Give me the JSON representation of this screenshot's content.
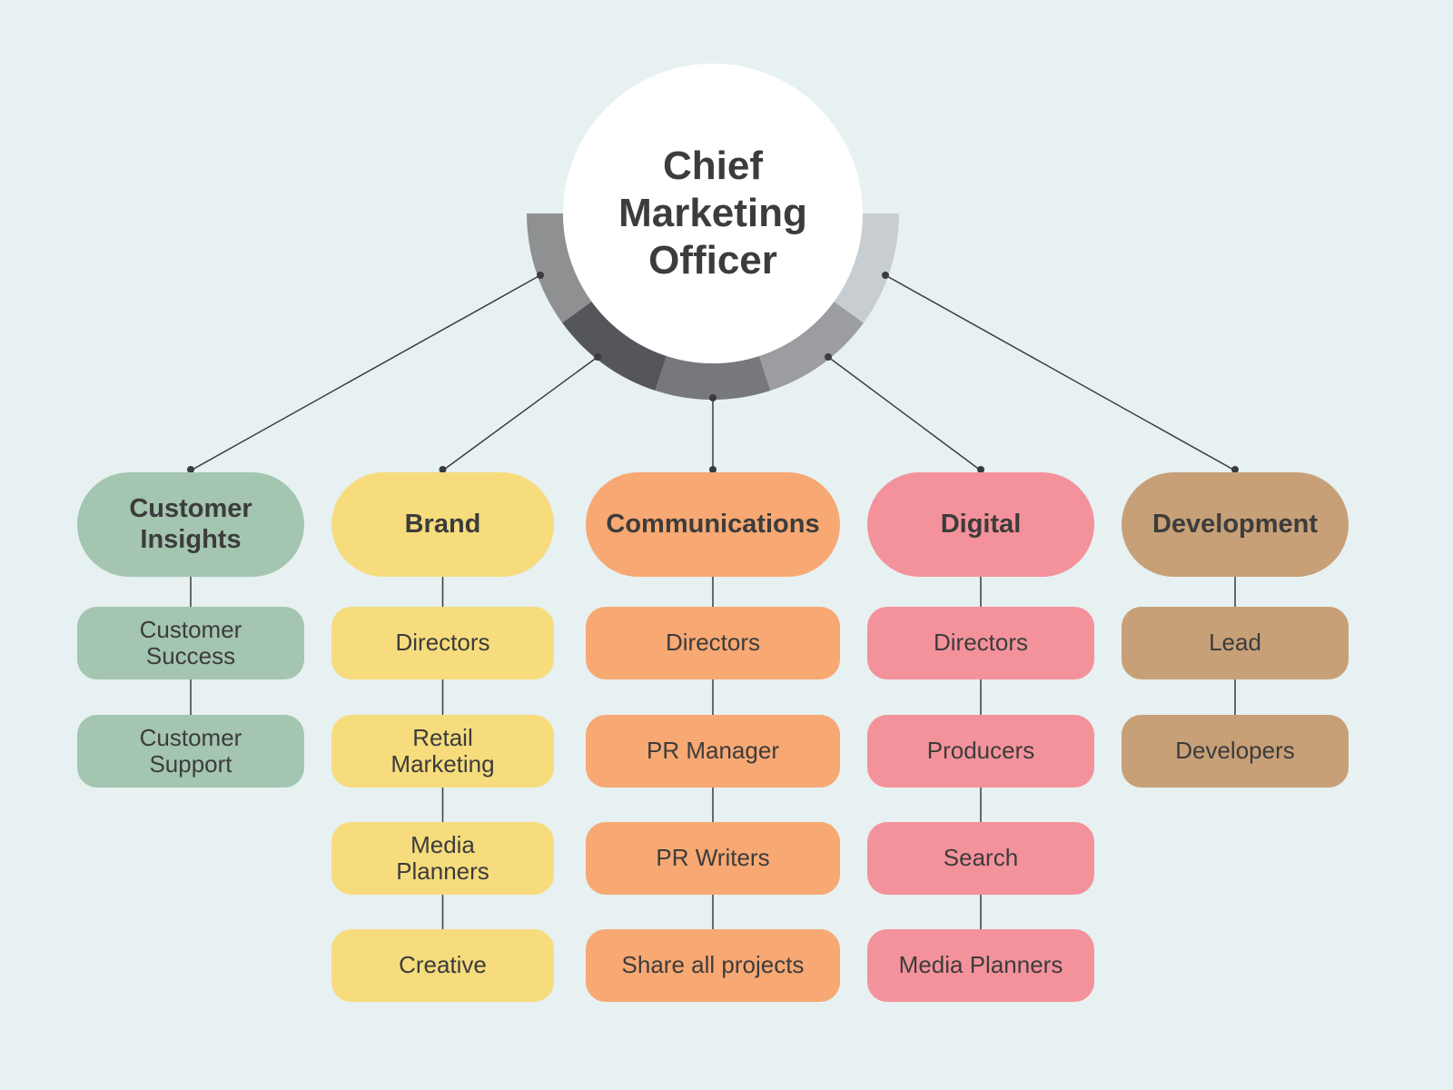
{
  "root": {
    "title": "Chief\nMarketing\nOfficer"
  },
  "colors": {
    "background": "#e7f1f1",
    "text": "#3c3c3c",
    "line": "#3b3b3b",
    "circle_fill": "#ffffff",
    "arc_segments": [
      "#8e9092",
      "#55565b",
      "#77787c",
      "#9b9da1",
      "#c7cdd1"
    ]
  },
  "branches": [
    {
      "label": "Customer\nInsights",
      "color": "#a4c5b0",
      "children": [
        "Customer\nSuccess",
        "Customer\nSupport"
      ]
    },
    {
      "label": "Brand",
      "color": "#f6dc7d",
      "children": [
        "Directors",
        "Retail\nMarketing",
        "Media\nPlanners",
        "Creative"
      ]
    },
    {
      "label": "Communications",
      "color": "#f7a873",
      "children": [
        "Directors",
        "PR Manager",
        "PR Writers",
        "Share all projects"
      ]
    },
    {
      "label": "Digital",
      "color": "#f4929b",
      "children": [
        "Directors",
        "Producers",
        "Search",
        "Media Planners"
      ]
    },
    {
      "label": "Development",
      "color": "#c7a078",
      "children": [
        "Lead",
        "Developers"
      ]
    }
  ]
}
